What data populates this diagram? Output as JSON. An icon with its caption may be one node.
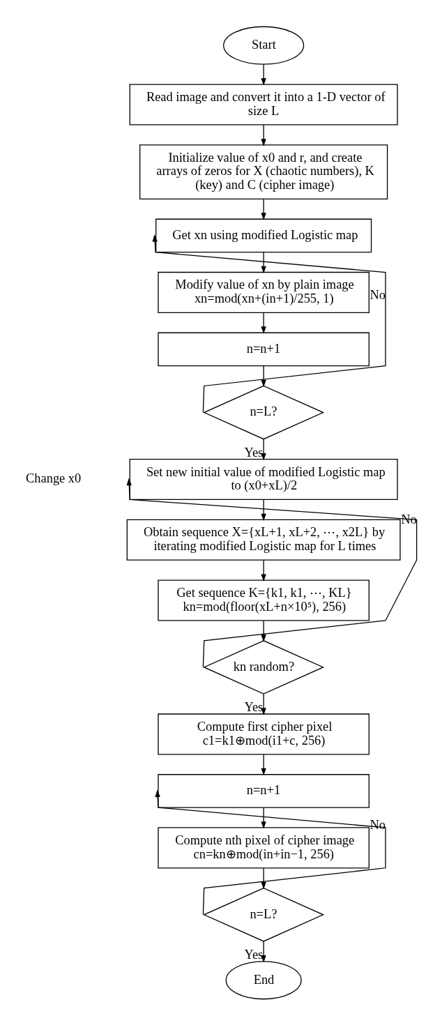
{
  "diagram": {
    "nodes": [
      {
        "text": [
          "Start"
        ]
      },
      {
        "text": [
          "Read image and convert it into a 1-D vector of size L"
        ]
      },
      {
        "text": [
          "Initialize value of x0 and r, and create arrays of zeros for X (chaotic numbers), K (key) and C (cipher image)"
        ]
      },
      {
        "text": [
          "Get xn using modified Logistic map"
        ]
      },
      {
        "text": [
          "Modify value of xn by plain image",
          "xn=mod(xn+(in+1)/255, 1)"
        ]
      },
      {
        "text": [
          "n=n+1"
        ]
      },
      {
        "text": [
          "n=L?"
        ]
      },
      {
        "text": [
          "Set new initial value of modified Logistic map to (x0+xL)/2"
        ]
      },
      {
        "text": [
          "Obtain sequence X={xL+1, xL+2, ⋯, x2L} by iterating modified Logistic map for L times"
        ]
      },
      {
        "text": [
          "Get sequence K={k1, k1, ⋯, KL}",
          "kn=mod(floor(xL+n×10⁵), 256)"
        ]
      },
      {
        "text": [
          "kn random?"
        ]
      },
      {
        "text": [
          "Compute first cipher pixel",
          "c1=k1⊕mod(i1+c, 256)"
        ]
      },
      {
        "text": [
          "n=n+1"
        ]
      },
      {
        "text": [
          "Compute nth pixel of cipher image",
          "cn=kn⊕mod(in+in−1, 256)"
        ]
      },
      {
        "text": [
          "n=L?"
        ]
      },
      {
        "text": [
          "End"
        ]
      }
    ],
    "edges": [
      {
        "from": 0,
        "to": 1,
        "arrow": "to"
      },
      {
        "from": 1,
        "to": 2,
        "arrow": "to"
      },
      {
        "from": 2,
        "to": 3,
        "arrow": "to"
      },
      {
        "from": 3,
        "to": 4,
        "arrow": "to"
      },
      {
        "from": 4,
        "to": 5,
        "arrow": "to"
      },
      {
        "from": 5,
        "to": 6,
        "arrow": "to"
      },
      {
        "from": 6,
        "to": 3,
        "arrow": "to",
        "label": "No"
      },
      {
        "from": 6,
        "to": 7,
        "arrow": "to",
        "label": "Yes"
      },
      {
        "from": 7,
        "to": 8,
        "arrow": "to"
      },
      {
        "from": 8,
        "to": 9,
        "arrow": "to"
      },
      {
        "from": 9,
        "to": 10,
        "arrow": "to"
      },
      {
        "from": 10,
        "to": 7,
        "arrow": "to",
        "label": "No"
      },
      {
        "from": 10,
        "to": 11,
        "arrow": "to",
        "label": "Yes"
      },
      {
        "from": 11,
        "to": 12,
        "arrow": "to"
      },
      {
        "from": 12,
        "to": 13,
        "arrow": "to"
      },
      {
        "from": 13,
        "to": 14,
        "arrow": "to"
      },
      {
        "from": 14,
        "to": 12,
        "arrow": "to",
        "label": "No"
      },
      {
        "from": 14,
        "to": 15,
        "arrow": "to",
        "label": "Yes"
      }
    ],
    "labels": [
      "Change x0"
    ]
  }
}
